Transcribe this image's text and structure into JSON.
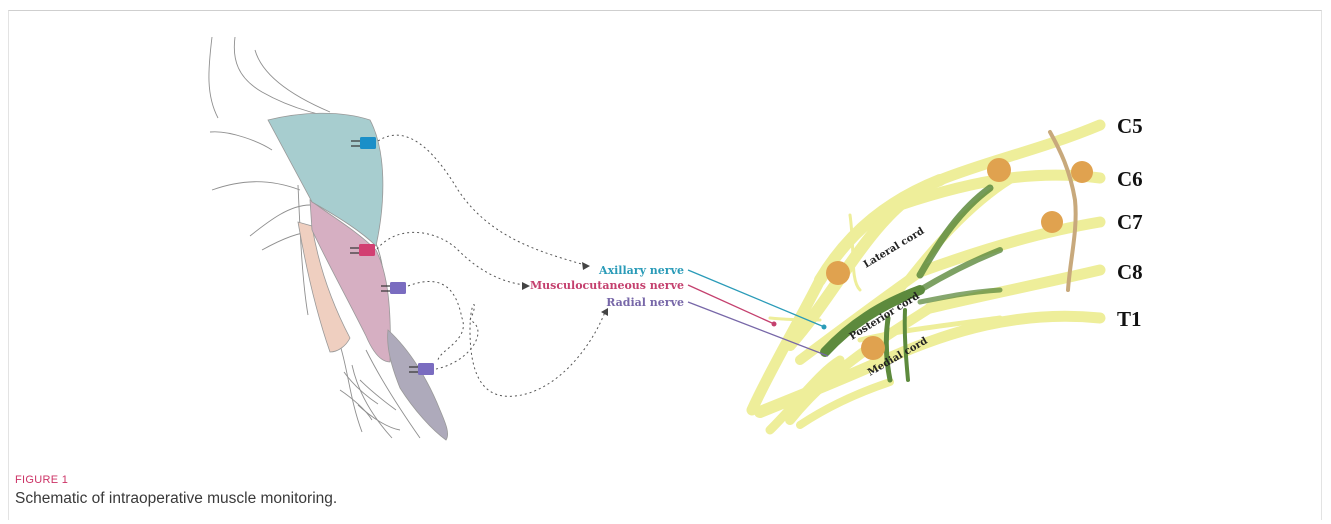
{
  "figure": {
    "label": "FIGURE 1",
    "caption": "Schematic of intraoperative muscle monitoring."
  },
  "nerves": [
    {
      "label": "Axillary nerve",
      "color": "#2a9bb8"
    },
    {
      "label": "Musculocutaneous nerve",
      "color": "#c4406e"
    },
    {
      "label": "Radial nerve",
      "color": "#7767a8"
    }
  ],
  "roots": [
    "C5",
    "C6",
    "C7",
    "C8",
    "T1"
  ],
  "cords": {
    "lateral": "Lateral cord",
    "posterior": "Posterior cord",
    "medial": "Medial cord"
  },
  "colors": {
    "deltoid": "#a7cdcf",
    "biceps": "#d6afc2",
    "brachioradialis": "#efcfc0",
    "triceps": "#aeaabb",
    "plexus": "#eeee9a",
    "posterior_cord": "#5d8a3d",
    "ganglion": "#e0a24f",
    "electrode_axillary": "#1a8fc8",
    "electrode_musculocutaneous": "#d23f72",
    "electrode_radial": "#7a6cc0"
  },
  "icons": [
    "electrode-icon",
    "dotted-lead-icon"
  ]
}
